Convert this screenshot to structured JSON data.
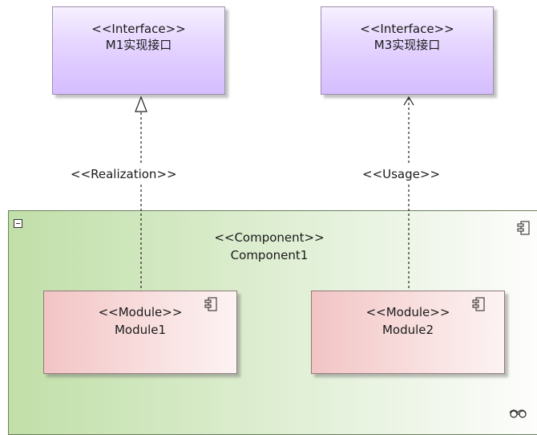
{
  "interfaces": [
    {
      "stereotype": "<<Interface>>",
      "name": "M1实现接口"
    },
    {
      "stereotype": "<<Interface>>",
      "name": "M3实现接口"
    }
  ],
  "component": {
    "stereotype": "<<Component>>",
    "name": "Component1"
  },
  "modules": [
    {
      "stereotype": "<<Module>>",
      "name": "Module1"
    },
    {
      "stereotype": "<<Module>>",
      "name": "Module2"
    }
  ],
  "connectors": [
    {
      "type": "realization",
      "label": "<<Realization>>"
    },
    {
      "type": "usage",
      "label": "<<Usage>>"
    }
  ],
  "icons": {
    "component": "component-icon",
    "collapse": "collapse-icon",
    "glasses": "glasses-icon"
  },
  "colors": {
    "interface_fill": "#e6d6ff",
    "component_fill": "#c1dfa8",
    "module_fill": "#f2c4c4"
  }
}
